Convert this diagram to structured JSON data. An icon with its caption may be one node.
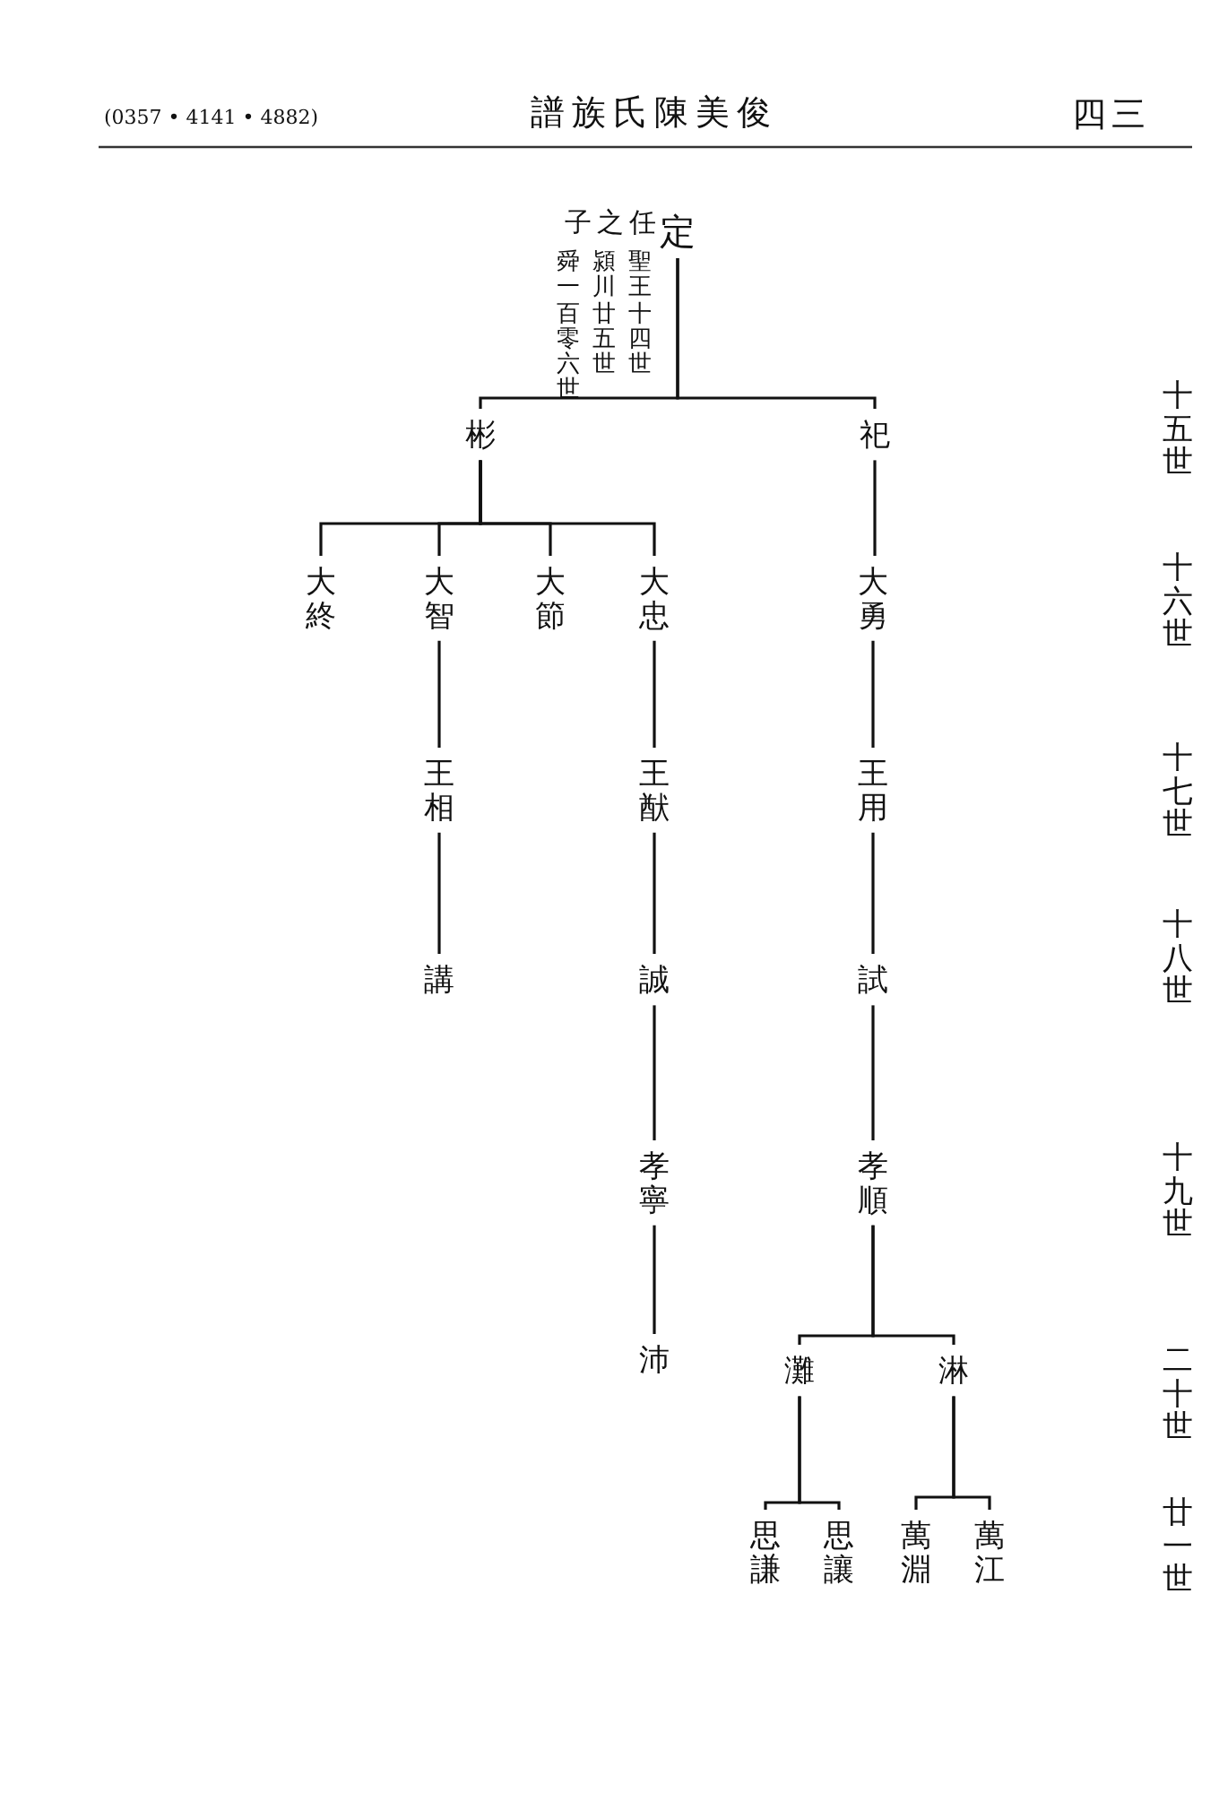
{
  "diagram": {
    "title": "譜族氏陳美俊",
    "nodes": [
      {
        "text": [
          "定"
        ],
        "beside": [
          "子之任",
          "聖王十四世",
          "潁川廿五世",
          "舜一百零六世"
        ]
      },
      {
        "text": [
          "彬"
        ]
      },
      {
        "text": [
          "祀"
        ]
      },
      {
        "text": [
          "大終"
        ]
      },
      {
        "text": [
          "大智"
        ]
      },
      {
        "text": [
          "大節"
        ]
      },
      {
        "text": [
          "大忠"
        ]
      },
      {
        "text": [
          "大勇"
        ]
      },
      {
        "text": [
          "王相"
        ]
      },
      {
        "text": [
          "王猷"
        ]
      },
      {
        "text": [
          "王用"
        ]
      },
      {
        "text": [
          "講"
        ]
      },
      {
        "text": [
          "誠"
        ]
      },
      {
        "text": [
          "試"
        ]
      },
      {
        "text": [
          "孝寧"
        ]
      },
      {
        "text": [
          "孝順"
        ]
      },
      {
        "text": [
          "沛"
        ]
      },
      {
        "text": [
          "灘"
        ]
      },
      {
        "text": [
          "淋"
        ]
      },
      {
        "text": [
          "思謙"
        ]
      },
      {
        "text": [
          "思讓"
        ]
      },
      {
        "text": [
          "萬淵"
        ]
      },
      {
        "text": [
          "萬江"
        ]
      }
    ],
    "edges": [
      {
        "from": 0,
        "to": 1,
        "arrow": "none"
      },
      {
        "from": 0,
        "to": 2,
        "arrow": "none"
      },
      {
        "from": 1,
        "to": 3,
        "arrow": "none"
      },
      {
        "from": 1,
        "to": 4,
        "arrow": "none"
      },
      {
        "from": 1,
        "to": 5,
        "arrow": "none"
      },
      {
        "from": 1,
        "to": 6,
        "arrow": "none"
      },
      {
        "from": 2,
        "to": 7,
        "arrow": "none"
      },
      {
        "from": 4,
        "to": 8,
        "arrow": "none"
      },
      {
        "from": 6,
        "to": 9,
        "arrow": "none"
      },
      {
        "from": 7,
        "to": 10,
        "arrow": "none"
      },
      {
        "from": 8,
        "to": 11,
        "arrow": "none"
      },
      {
        "from": 9,
        "to": 12,
        "arrow": "none"
      },
      {
        "from": 10,
        "to": 13,
        "arrow": "none"
      },
      {
        "from": 12,
        "to": 14,
        "arrow": "none"
      },
      {
        "from": 13,
        "to": 15,
        "arrow": "none"
      },
      {
        "from": 14,
        "to": 16,
        "arrow": "none"
      },
      {
        "from": 15,
        "to": 17,
        "arrow": "none"
      },
      {
        "from": 15,
        "to": 18,
        "arrow": "none"
      },
      {
        "from": 17,
        "to": 19,
        "arrow": "none"
      },
      {
        "from": 17,
        "to": 20,
        "arrow": "none"
      },
      {
        "from": 18,
        "to": 21,
        "arrow": "none"
      },
      {
        "from": 18,
        "to": 22,
        "arrow": "none"
      }
    ],
    "labels": [
      "(0357 • 4141 • 4882)",
      "四三",
      "十五世",
      "十六世",
      "十七世",
      "十八世",
      "十九世",
      "二十世",
      "廿一世"
    ]
  }
}
